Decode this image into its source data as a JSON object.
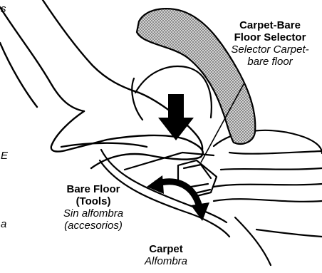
{
  "labels": {
    "selector": {
      "title_line1": "Carpet-Bare",
      "title_line2": "Floor Selector",
      "subtitle_line1": "Selector Carpet-",
      "subtitle_line2": "bare floor"
    },
    "bare_floor": {
      "title_line1": "Bare Floor",
      "title_line2": "(Tools)",
      "subtitle_line1": "Sin alfombra",
      "subtitle_line2": "(accesorios)"
    },
    "carpet": {
      "title": "Carpet",
      "subtitle": "Alfombra"
    }
  },
  "edge_fragments": {
    "top": "s",
    "middle": "E",
    "bottom": "a"
  },
  "colors": {
    "ink": "#000000",
    "background": "#ffffff",
    "handle_stipple": "#bdbdbd"
  }
}
